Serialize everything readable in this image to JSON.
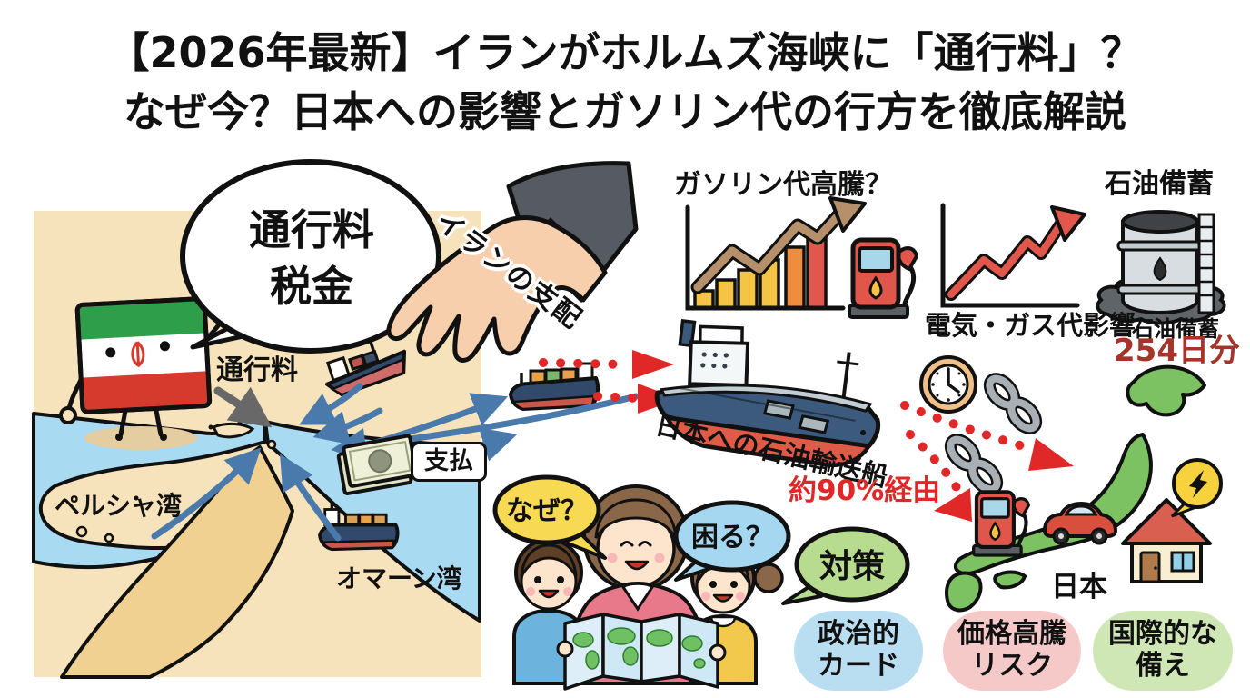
{
  "title": {
    "line1": "【2026年最新】イランがホルムズ海峡に「通行料」？",
    "line2": "なぜ今？日本への影響とガソリン代の行方を徹底解説"
  },
  "map_panel": {
    "speech_bubble": {
      "line1": "通行料",
      "line2": "税金"
    },
    "toll_arrow_label": "通行料",
    "payment_label": "支払",
    "persian_gulf_label": "ペルシャ湾",
    "gulf_of_oman_label": "オマーン湾",
    "iran_control_label": "イランの支配"
  },
  "impacts": {
    "gasoline": {
      "title": "ガソリン代高騰？",
      "chart_data": {
        "type": "bar",
        "values": [
          19,
          31,
          42,
          53,
          67,
          81
        ],
        "trend": "up",
        "bar_colors": [
          "#f6c445",
          "#f6c445",
          "#f6c445",
          "#f6c445",
          "#ee8d3f",
          "#e2574b"
        ]
      }
    },
    "electricity": {
      "label": "電気・ガス代影響",
      "chart_data": {
        "type": "line",
        "trend": "up",
        "arrow_color": "#e2574b"
      }
    },
    "oil_reserve": {
      "title": "石油備蓄",
      "caption": "石油備蓄",
      "days": "254日分"
    }
  },
  "shipping": {
    "tanker_label": "日本への石油輸送船",
    "route_share_label": "約90%経由"
  },
  "family": {
    "why_bubble": "なぜ？",
    "trouble_bubble": "困る？"
  },
  "japan": {
    "label": "日本"
  },
  "measures": {
    "bubble_label": "対策",
    "pills": [
      {
        "line1": "政治的",
        "line2": "カード",
        "color": "#b9ddf1"
      },
      {
        "line1": "価格高騰",
        "line2": "リスク",
        "color": "#f6c9c9"
      },
      {
        "line1": "国際的な",
        "line2": "備え",
        "color": "#cfe7b4"
      }
    ]
  },
  "colors": {
    "accent_red": "#e02828",
    "reserve_days_red": "#a3352b",
    "arrow_blue": "#4a7aab",
    "map_land": "#f6e3bb",
    "map_land_dark": "#f0d191",
    "map_sea": "#a8daf2",
    "japan_green": "#7cc262",
    "bubble_yellow": "#f7d954",
    "bubble_blue": "#a5d8f0",
    "bubble_green": "#b7dc8f"
  },
  "icons": [
    "iran-flag-character",
    "grabbing-hand",
    "cargo-ship",
    "oil-tanker",
    "banknote",
    "bar-chart",
    "line-chart",
    "gas-pump",
    "oil-barrel",
    "clock",
    "broken-chain",
    "japan-map",
    "car",
    "house",
    "lightning-bolt",
    "family-with-world-map"
  ]
}
